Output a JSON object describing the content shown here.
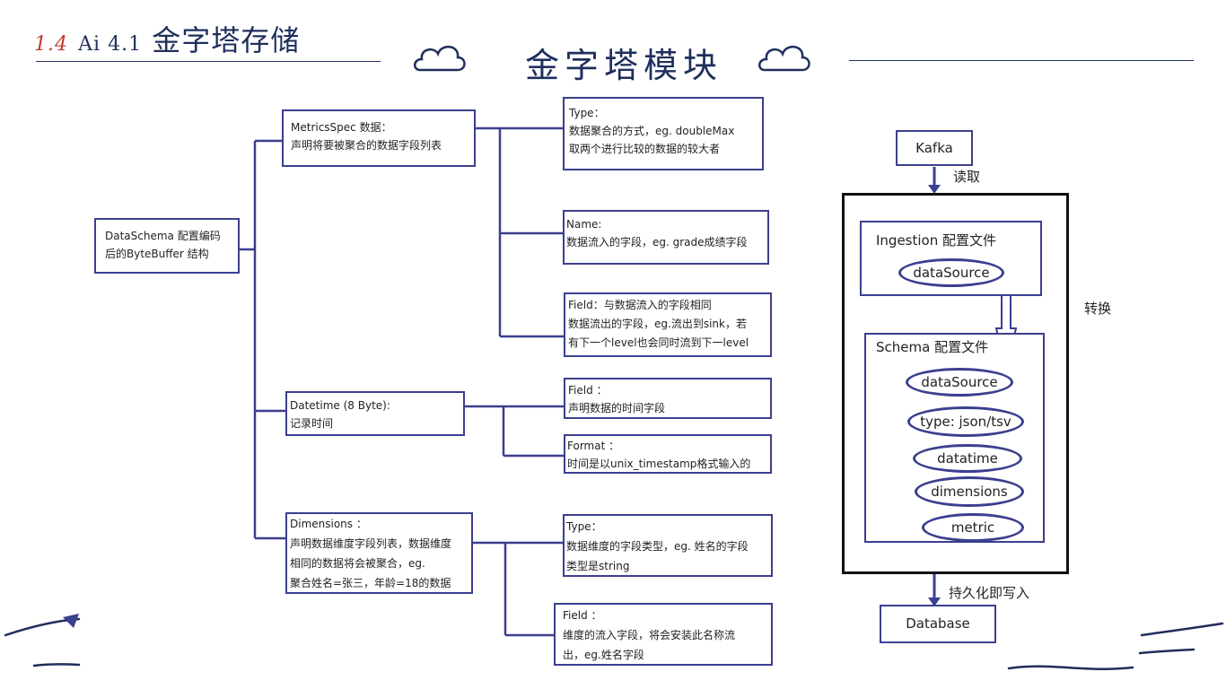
{
  "header": {
    "section_number": "1.4",
    "tag": "Ai 4.1",
    "title": "金字塔存储",
    "subtitle": "金字塔模块"
  },
  "tree": {
    "root": {
      "lines": [
        "DataSchema 配置编码",
        "后的ByteBuffer 结构"
      ]
    },
    "metrics": {
      "lines": [
        "MetricsSpec 数据：",
        "声明将要被聚合的数据字段列表"
      ]
    },
    "metrics_type": {
      "lines": [
        "Type：",
        "数据聚合的方式，eg. doubleMax",
        "取两个进行比较的数据的较大者"
      ]
    },
    "metrics_name": {
      "lines": [
        "Name:",
        "数据流入的字段，eg. grade成绩字段"
      ]
    },
    "metrics_field": {
      "lines": [
        "Field：与数据流入的字段相同",
        "数据流出的字段，eg.流出到sink，若",
        "有下一个level也会同时流到下一level"
      ]
    },
    "datetime": {
      "lines": [
        "Datetime (8 Byte):",
        "记录时间"
      ]
    },
    "datetime_field": {
      "lines": [
        "Field ：",
        "声明数据的时间字段"
      ]
    },
    "datetime_format": {
      "lines": [
        "Format ：",
        "时间是以unix_timestamp格式输入的"
      ]
    },
    "dimensions": {
      "lines": [
        "Dimensions ：",
        "声明数据维度字段列表，数据维度",
        "相同的数据将会被聚合，eg.",
        "聚合姓名=张三，年龄=18的数据"
      ]
    },
    "dimensions_type": {
      "lines": [
        "Type：",
        "数据维度的字段类型，eg. 姓名的字段",
        "类型是string"
      ]
    },
    "dimensions_field": {
      "lines": [
        "Field ：",
        "维度的流入字段，将会安装此名称流",
        "出，eg.姓名字段"
      ]
    }
  },
  "flow": {
    "kafka": "Kafka",
    "read_label": "读取",
    "ingestion_title": "Ingestion 配置文件",
    "ingestion_datasource": "dataSource",
    "transform_label": "转换",
    "schema_title": "Schema 配置文件",
    "schema_fields": [
      "dataSource",
      "type: json/tsv",
      "datatime",
      "dimensions",
      "metric"
    ],
    "persist_label": "持久化即写入",
    "database": "Database"
  },
  "colors": {
    "title": "#1f2f5c",
    "section_number": "#c0392b",
    "box_border": "#3b3f8f",
    "outer_border": "#111111"
  }
}
